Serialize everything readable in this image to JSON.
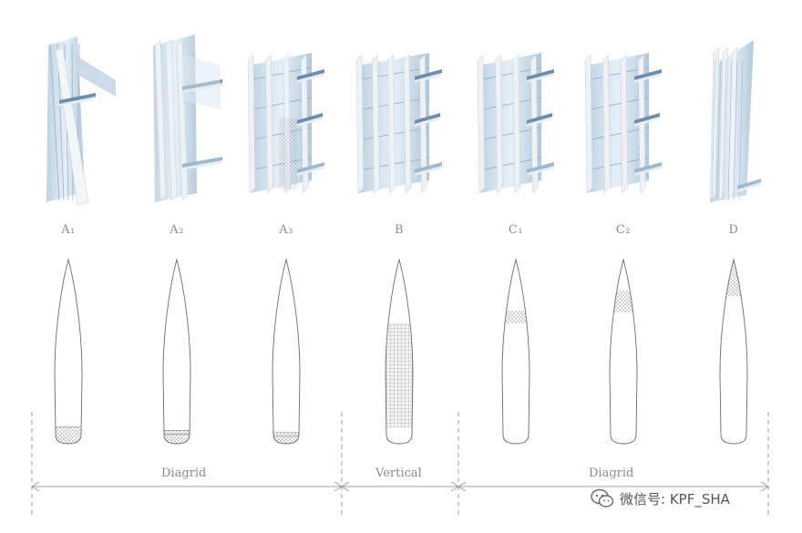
{
  "options": [
    {
      "label": "A₁",
      "pattern": "diagrid",
      "band": "base",
      "base_fraction": 0.15,
      "variant": "a1"
    },
    {
      "label": "A₂",
      "pattern": "diagrid",
      "band": "base",
      "base_fraction": 0.12,
      "variant": "a2"
    },
    {
      "label": "A₃",
      "pattern": "diagrid",
      "band": "base",
      "base_fraction": 0.1,
      "variant": "a3"
    },
    {
      "label": "B",
      "pattern": "vertical",
      "band": "mid",
      "variant": "b"
    },
    {
      "label": "C₁",
      "pattern": "diagrid",
      "band": "upper",
      "variant": "c1"
    },
    {
      "label": "C₂",
      "pattern": "diagrid",
      "band": "upper-grid",
      "variant": "c2"
    },
    {
      "label": "D",
      "pattern": "diagrid",
      "band": "tip",
      "variant": "d"
    }
  ],
  "groups": [
    {
      "label": "Diagrid"
    },
    {
      "label": "Vertical"
    },
    {
      "label": "Diagrid"
    }
  ],
  "watermark": {
    "text": "微信号: KPF_SHA",
    "icon": "wechat-icon"
  },
  "colors": {
    "glass": "#c9dcea",
    "glass_dark": "#6f8da6",
    "fin": "#eef2f6",
    "line": "#b5b5b5",
    "label": "#8a8a8a"
  }
}
